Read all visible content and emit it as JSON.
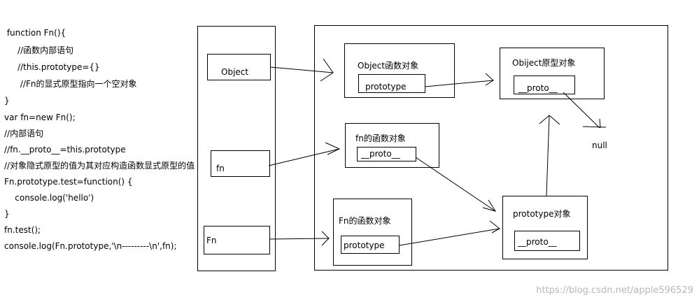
{
  "code_lines": [
    " function Fn(){",
    "     //函数内部语句",
    "     //this.prototype={}",
    "      //Fn的显式原型指向一个空对象",
    "}",
    "var fn=new Fn();",
    "//内部语句",
    "//fn.__proto__=this.prototype",
    "//对象隐式原型的值为其对应构造函数显式原型的值",
    "Fn.prototype.test=function() {",
    "    console.log('hello')",
    "}",
    "fn.test();",
    "console.log(Fn.prototype,'\\n---------\\n',fn);"
  ],
  "stack": {
    "object_label": "Object",
    "fn_label": "fn",
    "Fn_label": "Fn"
  },
  "heap": {
    "object_fn": {
      "title": "Object函数对象",
      "slot": "prototype"
    },
    "object_proto": {
      "title": "Obiject原型对象",
      "slot": "__proto__"
    },
    "fn_instance": {
      "title": "fn的函数对象",
      "slot": "__proto__"
    },
    "Fn_fn": {
      "title": "Fn的函数对象",
      "slot": "prototype"
    },
    "proto_obj": {
      "title": "prototype对象",
      "slot": "__proto__"
    },
    "null_label": "null"
  },
  "watermark": "https://blog.csdn.net/apple596529"
}
